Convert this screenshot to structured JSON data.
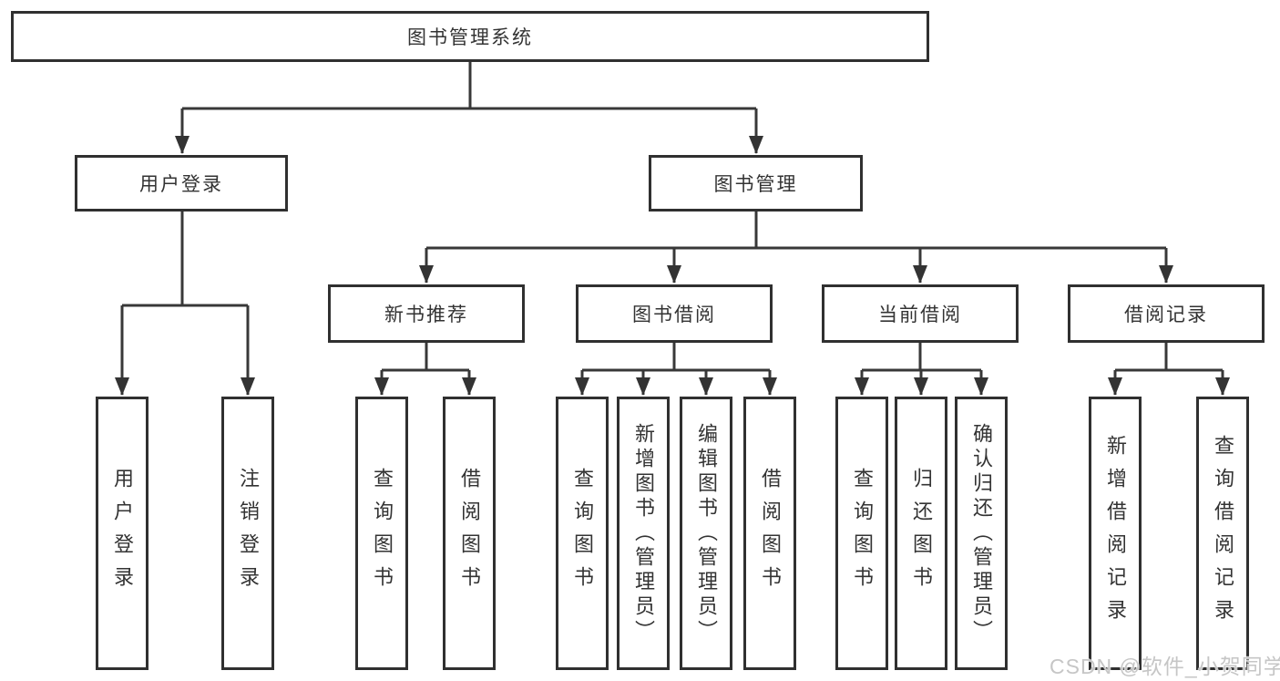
{
  "nodes": {
    "root": "图书管理系统",
    "user_login": "用户登录",
    "book_management": "图书管理",
    "new_book_recommend": "新书推荐",
    "book_borrow": "图书借阅",
    "current_borrow": "当前借阅",
    "borrow_records": "借阅记录",
    "ul_user_login": "用户登录",
    "ul_logout": "注销登录",
    "nb_query_book": "查询图书",
    "nb_borrow_book": "借阅图书",
    "bb_query_book": "查询图书",
    "bb_add_book": "新增图书（管理员）",
    "bb_edit_book": "编辑图书（管理员）",
    "bb_borrow_book": "借阅图书",
    "cb_query_book": "查询图书",
    "cb_return_book": "归还图书",
    "cb_confirm_return": "确认归还（管理员）",
    "br_add_record": "新增借阅记录",
    "br_query_record": "查询借阅记录"
  },
  "watermark": "CSDN @软件_小贺同学",
  "colors": {
    "line": "#383838",
    "box_border": "#303030",
    "text": "#333333",
    "background": "#ffffff",
    "watermark": "#c6c6c6"
  }
}
